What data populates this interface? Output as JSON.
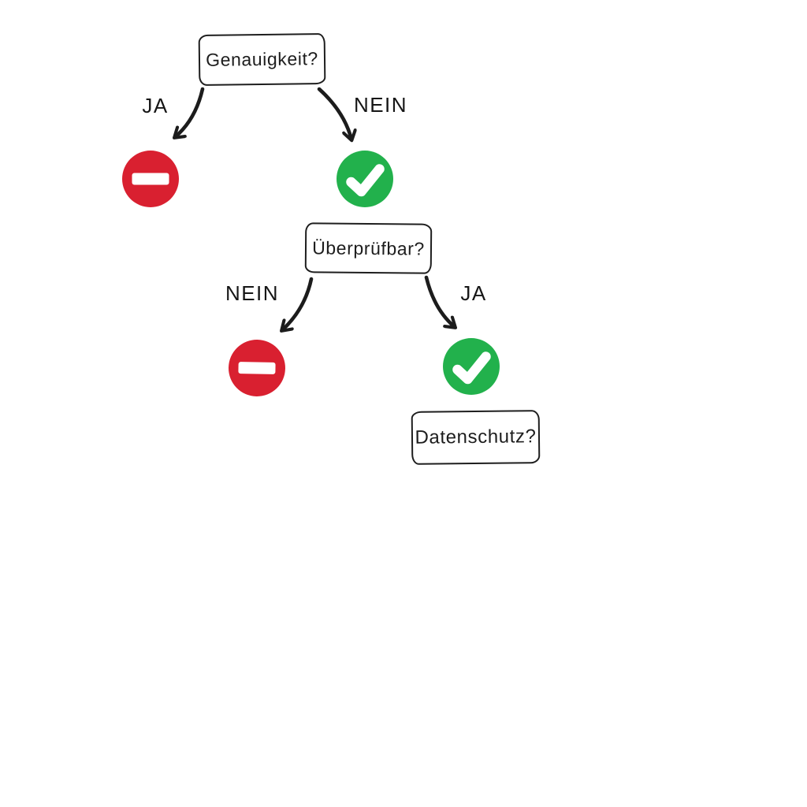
{
  "diagram": {
    "type": "decision-tree",
    "language": "de",
    "colors": {
      "background": "#ffffff",
      "ink": "#1c1c1c",
      "stop_red": "#d92030",
      "check_green": "#22b14c",
      "glyph_white": "#ffffff"
    },
    "nodes": {
      "q1": {
        "label": "Genauigkeit?"
      },
      "q2": {
        "label": "Überprüfbar?"
      },
      "q3": {
        "label": "Datenschutz?"
      }
    },
    "edges": {
      "q1_ja": {
        "label": "JA",
        "result_icon": "no-entry-icon"
      },
      "q1_nein": {
        "label": "NEIN",
        "result_icon": "checkmark-icon"
      },
      "q2_nein": {
        "label": "NEIN",
        "result_icon": "no-entry-icon"
      },
      "q2_ja": {
        "label": "JA",
        "result_icon": "checkmark-icon"
      }
    }
  }
}
